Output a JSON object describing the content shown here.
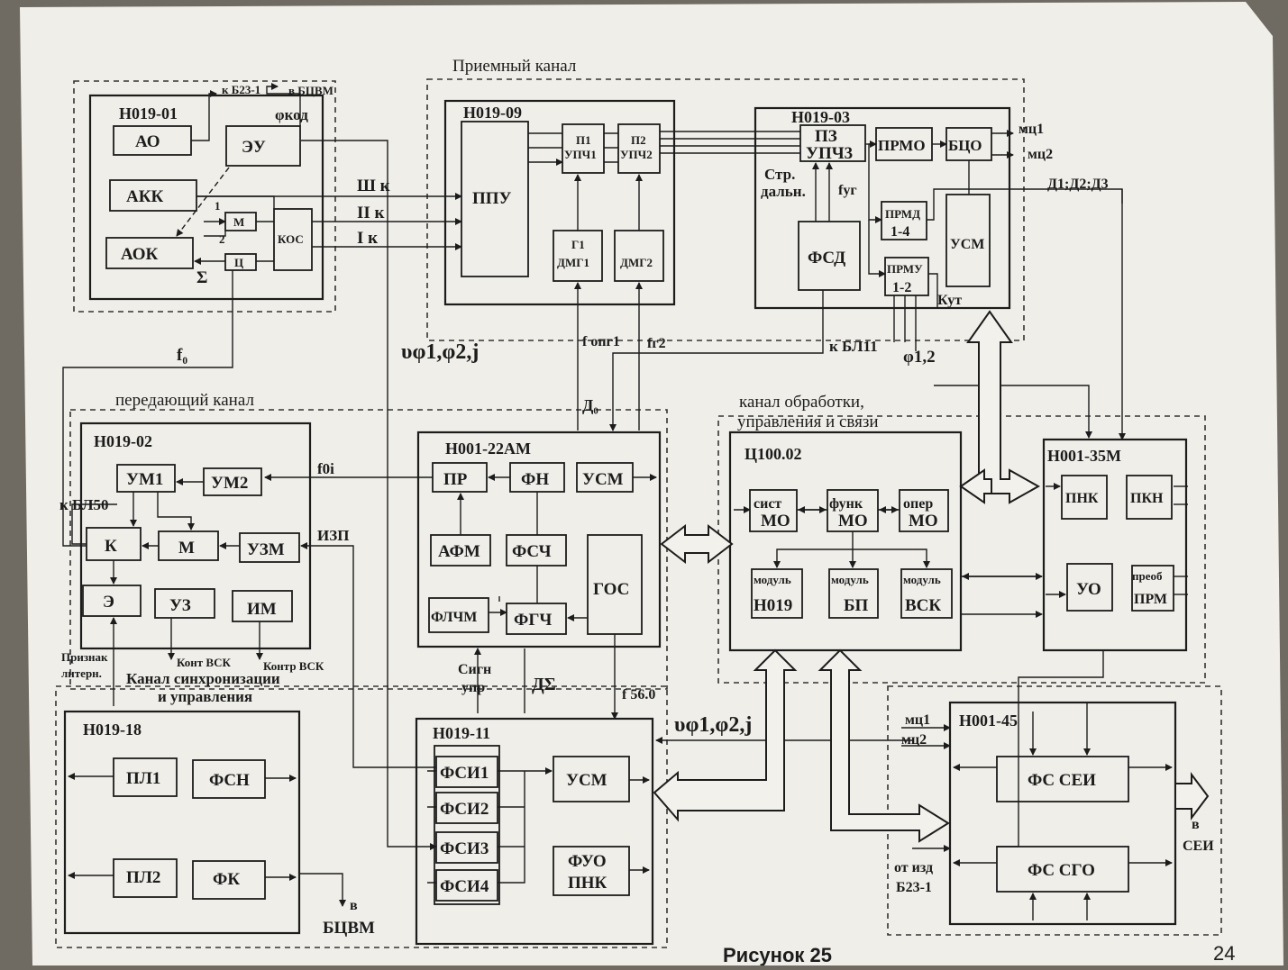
{
  "sections": {
    "receive_channel": "Приемный канал",
    "transmit_channel": "передающий канал",
    "processing_channel_l1": "канал обработки,",
    "processing_channel_l2": "управления и связи",
    "sync_channel_l1": "Канал синхронизации",
    "sync_channel_l2": "и управления"
  },
  "blocks": {
    "h019_01": {
      "title": "Н019-01",
      "ao": "АО",
      "eu": "ЭУ",
      "akk": "АКК",
      "aok": "АОК",
      "m": "М",
      "c": "Ц",
      "kos": "КОС",
      "phi_kod": "φкод",
      "n1": "1",
      "n2": "2",
      "sigma": "Σ"
    },
    "h019_09": {
      "title": "Н019-09",
      "ppu": "ППУ",
      "p1_l1": "П1",
      "p1_l2": "УПЧ1",
      "p2_l1": "П2",
      "p2_l2": "УПЧ2",
      "g1_l1": "Г1",
      "g1_l2": "ДМГ1",
      "dmg2": "ДМГ2"
    },
    "h019_03": {
      "title": "Н019-03",
      "pz_l1": "ПЗ",
      "pz_l2": "УПЧ3",
      "prmo": "ПРМО",
      "bco": "БЦО",
      "str_l1": "Стр.",
      "str_l2": "дальн.",
      "fug": "fуг",
      "prmd_l1": "ПРМД",
      "prmd_l2": "1-4",
      "fsd": "ФСД",
      "usm": "УСМ",
      "prmu_l1": "ПРМУ",
      "prmu_l2": "1-2",
      "kut": "Кут"
    },
    "h019_02": {
      "title": "Н019-02",
      "um1": "УМ1",
      "um2": "УМ2",
      "k": "К",
      "m": "М",
      "uzm": "УЗМ",
      "e": "Э",
      "uz": "УЗ",
      "im": "ИМ"
    },
    "h001_22am": {
      "title": "Н001-22АМ",
      "pr": "ПР",
      "fn": "ФН",
      "usm": "УСМ",
      "afm": "АФМ",
      "fsch": "ФСЧ",
      "gos": "ГОС",
      "flchm": "ФЛЧМ",
      "fgch": "ФГЧ"
    },
    "c100_02": {
      "title": "Ц100.02",
      "sist_l1": "сист",
      "sist_l2": "МО",
      "funk_l1": "функ",
      "funk_l2": "МО",
      "oper_l1": "опер",
      "oper_l2": "МО",
      "mod1_l1": "модуль",
      "mod1_l2": "Н019",
      "mod2_l1": "модуль",
      "mod2_l2": "БП",
      "mod3_l1": "модуль",
      "mod3_l2": "ВСК"
    },
    "h001_35m": {
      "title": "Н001-35М",
      "pnk": "ПНК",
      "pkn": "ПКН",
      "uo": "УО",
      "preob_l1": "преоб",
      "preob_l2": "ПРМ"
    },
    "h019_18": {
      "title": "Н019-18",
      "pl1": "ПЛ1",
      "fsn": "ФСН",
      "pl2": "ПЛ2",
      "fk": "ФК"
    },
    "h019_11": {
      "title": "Н019-11",
      "fsi1": "ФСИ1",
      "fsi2": "ФСИ2",
      "fsi3": "ФСИ3",
      "fsi4": "ФСИ4",
      "usm": "УСМ",
      "fuo_l1": "ФУО",
      "fuo_l2": "ПНК"
    },
    "h001_45": {
      "title": "Н001-45",
      "fs_sei": "ФС СЕИ",
      "fs_sgo": "ФС СГО"
    }
  },
  "signals": {
    "to_b23": "к Б23-1",
    "to_bcvm_top": "в БЦВМ",
    "sh_k": "Ш к",
    "ii_k": "II к",
    "i_k": "I к",
    "f0": "f₀",
    "upsilon_top": "υφ1,φ2,j",
    "f_opg1": "f опг1",
    "f_g2": "fг2",
    "d0": "Д₀",
    "to_bl11": "к БЛ11",
    "phi12": "φ1,2",
    "mc1": "мц1",
    "mc2": "мц2",
    "d123": "Д1;Д2;Д3",
    "f0i": "f0i",
    "izp": "ИЗП",
    "to_bl50": "к БЛ50",
    "priznak_l1": "Признак",
    "priznak_l2": "литерн.",
    "kont_vsk1": "Конт ВСК",
    "kont_vsk2": "Контр ВСК",
    "sign_upr_l1": "Сигн",
    "sign_upr_l2": "упр",
    "d_sigma": "ДΣ",
    "f56": "f 56.0",
    "upsilon_bottom": "υφ1,φ2,j",
    "mc1_b": "мц1",
    "mc2_b": "мц2",
    "v_sei_l1": "в",
    "v_sei_l2": "СЕИ",
    "ot_izd_l1": "от изд",
    "ot_izd_l2": "Б23-1",
    "v_bcvm_l1": "в",
    "v_bcvm_l2": "БЦВМ"
  },
  "footer": {
    "caption": "Рисунок 25",
    "page": "24"
  }
}
